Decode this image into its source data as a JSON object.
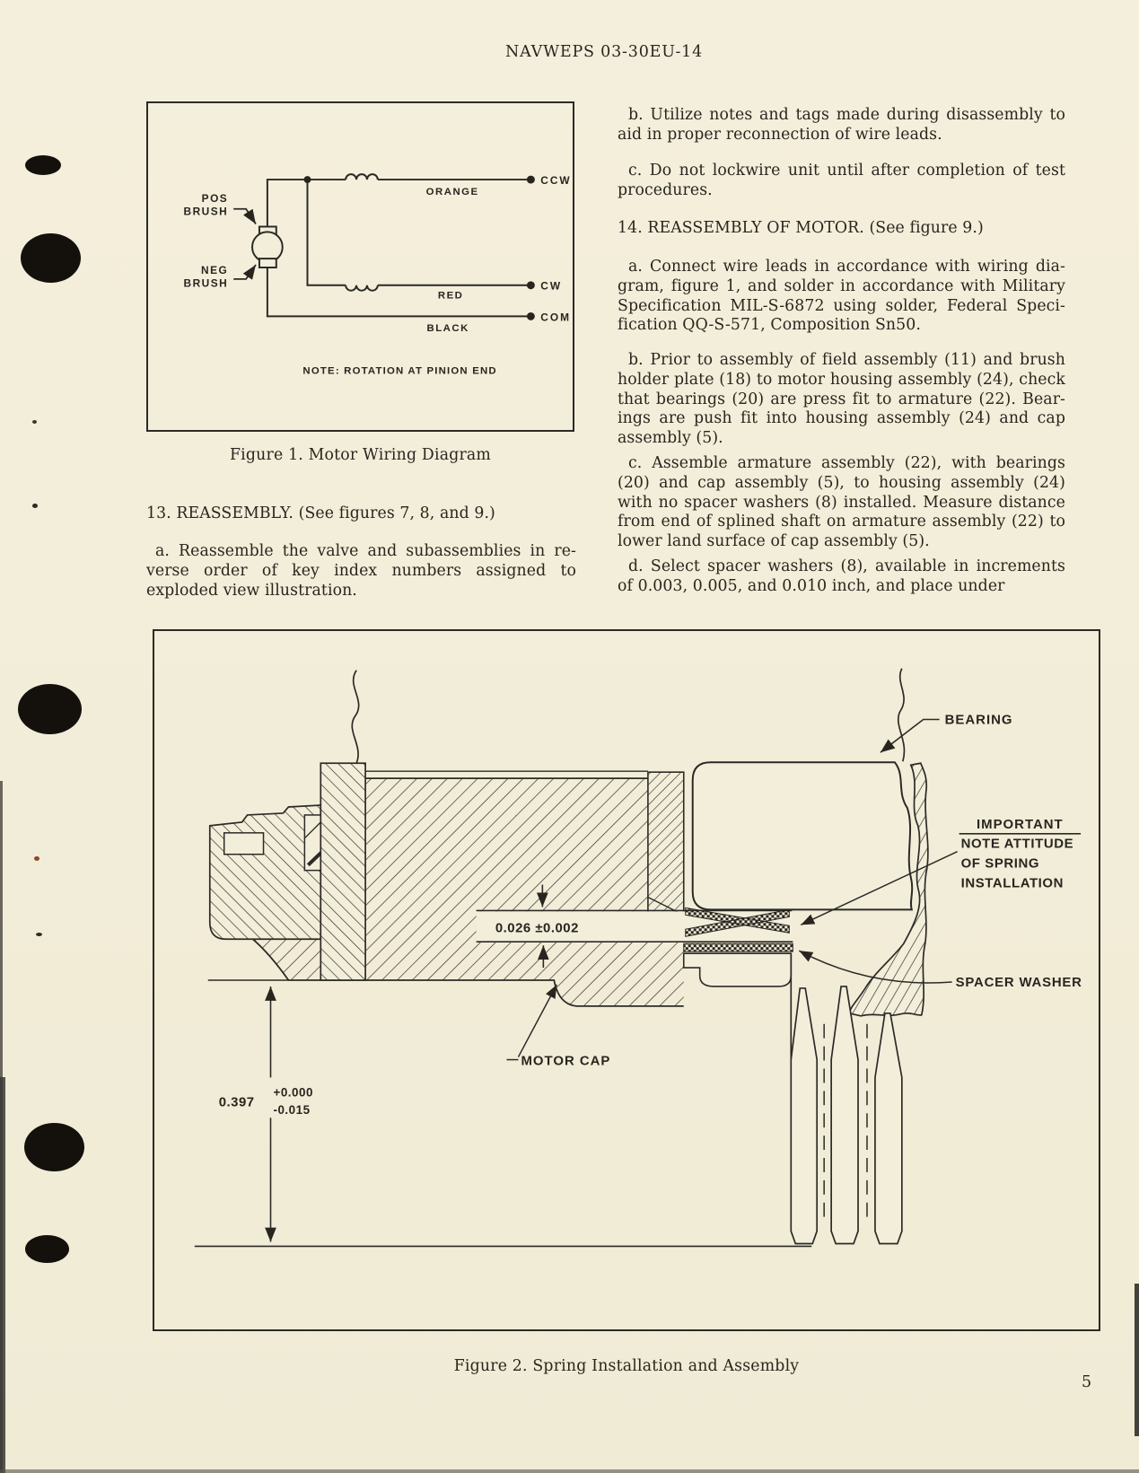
{
  "page": {
    "header": "NAVWEPS 03-30EU-14",
    "page_number": "5"
  },
  "left_column": {
    "figure1_caption": "Figure 1.  Motor Wiring Diagram",
    "section13_heading": "13.  REASSEMBLY.  (See figures 7, 8, and 9.)",
    "para_a": "a.  Reassemble the valve and subassemblies in re-verse order of key index numbers assigned to exploded view illustration."
  },
  "right_column": {
    "para_b": "b.  Utilize notes and tags made during disassembly to aid in proper reconnection of wire leads.",
    "para_c": "c.  Do not lockwire unit until after completion of test procedures.",
    "section14_heading": "14.  REASSEMBLY OF MOTOR.  (See figure 9.)",
    "para_14a": "a.  Connect wire leads in accordance with wiring dia-gram, figure 1, and solder in accordance with Military Specification MIL-S-6872 using solder, Federal Speci-fication QQ-S-571, Composition Sn50.",
    "para_14b": "b.  Prior to assembly of field assembly (11) and brush holder plate (18) to motor housing assembly (24), check that bearings (20) are press fit to armature (22).  Bear-ings are push fit into housing assembly (24) and cap assembly (5).",
    "para_14c": "c.  Assemble armature assembly (22), with bearings (20) and cap assembly (5), to housing assembly (24) with no spacer washers (8) installed.  Measure distance from end of splined shaft on armature assembly (22) to lower land surface of cap assembly (5).",
    "para_14d": "d.  Select spacer washers (8), available in increments of 0.003, 0.005, and 0.010 inch, and place under"
  },
  "figure1": {
    "labels": {
      "pos": "POS",
      "pos2": "BRUSH",
      "neg": "NEG",
      "neg2": "BRUSH",
      "orange": "ORANGE",
      "red": "RED",
      "black": "BLACK",
      "ccw": "CCW",
      "cw": "CW",
      "com": "COM",
      "note": "NOTE: ROTATION AT PINION END"
    }
  },
  "figure2": {
    "caption": "Figure 2.  Spring Installation and Assembly",
    "labels": {
      "bearing": "BEARING",
      "important": "IMPORTANT",
      "note1": "NOTE ATTITUDE",
      "note2": "OF SPRING",
      "note3": "INSTALLATION",
      "spacer": "SPACER WASHER",
      "motor_cap": "MOTOR CAP",
      "gap_dim": "0.026 ±0.002",
      "height_dim": "0.397",
      "tol_plus": "+0.000",
      "tol_minus": "-0.015"
    }
  }
}
